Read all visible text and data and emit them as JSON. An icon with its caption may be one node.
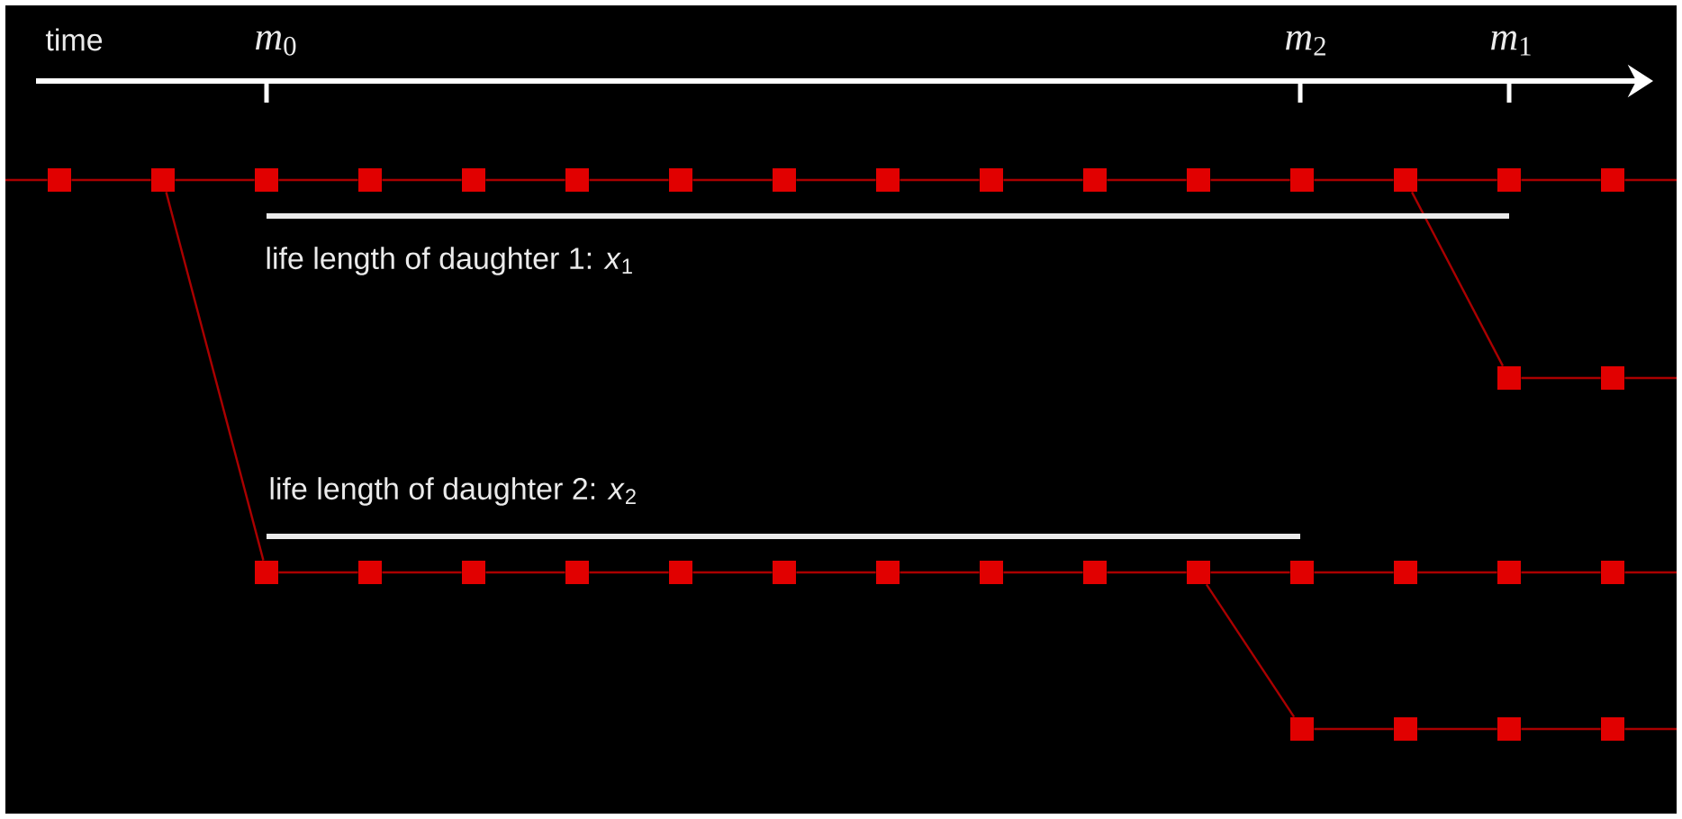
{
  "diagram": {
    "nodes": [
      {
        "text": [],
        "shape": "box"
      },
      {
        "text": [],
        "shape": "box"
      },
      {
        "text": [],
        "shape": "box"
      },
      {
        "text": [],
        "shape": "box"
      },
      {
        "text": [],
        "shape": "box"
      },
      {
        "text": [],
        "shape": "box"
      },
      {
        "text": [],
        "shape": "box"
      },
      {
        "text": [],
        "shape": "box"
      },
      {
        "text": [],
        "shape": "box"
      },
      {
        "text": [],
        "shape": "box"
      },
      {
        "text": [],
        "shape": "box"
      },
      {
        "text": [],
        "shape": "box"
      },
      {
        "text": [],
        "shape": "box"
      },
      {
        "text": [],
        "shape": "box"
      },
      {
        "text": [],
        "shape": "box"
      },
      {
        "text": [],
        "shape": "box"
      },
      {
        "text": [],
        "shape": "box"
      },
      {
        "text": [],
        "shape": "box"
      },
      {
        "text": [],
        "shape": "box"
      },
      {
        "text": [],
        "shape": "box"
      },
      {
        "text": [],
        "shape": "box"
      },
      {
        "text": [],
        "shape": "box"
      },
      {
        "text": [],
        "shape": "box"
      },
      {
        "text": [],
        "shape": "box"
      },
      {
        "text": [],
        "shape": "box"
      },
      {
        "text": [],
        "shape": "box"
      },
      {
        "text": [],
        "shape": "box"
      },
      {
        "text": [],
        "shape": "box"
      },
      {
        "text": [],
        "shape": "box"
      },
      {
        "text": [],
        "shape": "box"
      },
      {
        "text": [],
        "shape": "box"
      },
      {
        "text": [],
        "shape": "box"
      },
      {
        "text": [],
        "shape": "box"
      },
      {
        "text": [],
        "shape": "box"
      },
      {
        "text": [],
        "shape": "box"
      },
      {
        "text": [],
        "shape": "box"
      }
    ],
    "edges": [
      {
        "from": null,
        "to": 0,
        "arrow": "none"
      },
      {
        "from": 0,
        "to": 1,
        "arrow": "none"
      },
      {
        "from": 1,
        "to": 2,
        "arrow": "none"
      },
      {
        "from": 2,
        "to": 3,
        "arrow": "none"
      },
      {
        "from": 3,
        "to": 4,
        "arrow": "none"
      },
      {
        "from": 4,
        "to": 5,
        "arrow": "none"
      },
      {
        "from": 5,
        "to": 6,
        "arrow": "none"
      },
      {
        "from": 6,
        "to": 7,
        "arrow": "none"
      },
      {
        "from": 7,
        "to": 8,
        "arrow": "none"
      },
      {
        "from": 8,
        "to": 9,
        "arrow": "none"
      },
      {
        "from": 9,
        "to": 10,
        "arrow": "none"
      },
      {
        "from": 10,
        "to": 11,
        "arrow": "none"
      },
      {
        "from": 11,
        "to": 12,
        "arrow": "none"
      },
      {
        "from": 12,
        "to": 13,
        "arrow": "none"
      },
      {
        "from": 13,
        "to": 14,
        "arrow": "none"
      },
      {
        "from": 14,
        "to": 15,
        "arrow": "none"
      },
      {
        "from": 15,
        "to": null,
        "arrow": "none"
      },
      {
        "from": 13,
        "to": 16,
        "arrow": "none"
      },
      {
        "from": 16,
        "to": 17,
        "arrow": "none"
      },
      {
        "from": 17,
        "to": null,
        "arrow": "none"
      },
      {
        "from": 1,
        "to": 18,
        "arrow": "none"
      },
      {
        "from": 18,
        "to": 19,
        "arrow": "none"
      },
      {
        "from": 19,
        "to": 20,
        "arrow": "none"
      },
      {
        "from": 20,
        "to": 21,
        "arrow": "none"
      },
      {
        "from": 21,
        "to": 22,
        "arrow": "none"
      },
      {
        "from": 22,
        "to": 23,
        "arrow": "none"
      },
      {
        "from": 23,
        "to": 24,
        "arrow": "none"
      },
      {
        "from": 24,
        "to": 25,
        "arrow": "none"
      },
      {
        "from": 25,
        "to": 26,
        "arrow": "none"
      },
      {
        "from": 26,
        "to": 27,
        "arrow": "none"
      },
      {
        "from": 27,
        "to": 28,
        "arrow": "none"
      },
      {
        "from": 28,
        "to": 29,
        "arrow": "none"
      },
      {
        "from": 29,
        "to": 30,
        "arrow": "none"
      },
      {
        "from": 30,
        "to": 31,
        "arrow": "none"
      },
      {
        "from": 31,
        "to": null,
        "arrow": "none"
      },
      {
        "from": 27,
        "to": 32,
        "arrow": "none"
      },
      {
        "from": 32,
        "to": 33,
        "arrow": "none"
      },
      {
        "from": 33,
        "to": 34,
        "arrow": "none"
      },
      {
        "from": 34,
        "to": 35,
        "arrow": "none"
      },
      {
        "from": 35,
        "to": null,
        "arrow": "none"
      }
    ],
    "labels": [
      "time",
      "*m*$_{0}$",
      "*m*$_{2}$",
      "*m*$_{1}$",
      "life length of daughter 1: *x*$_{1}$",
      "life length of daughter 2: *x*$_{2}$"
    ]
  }
}
